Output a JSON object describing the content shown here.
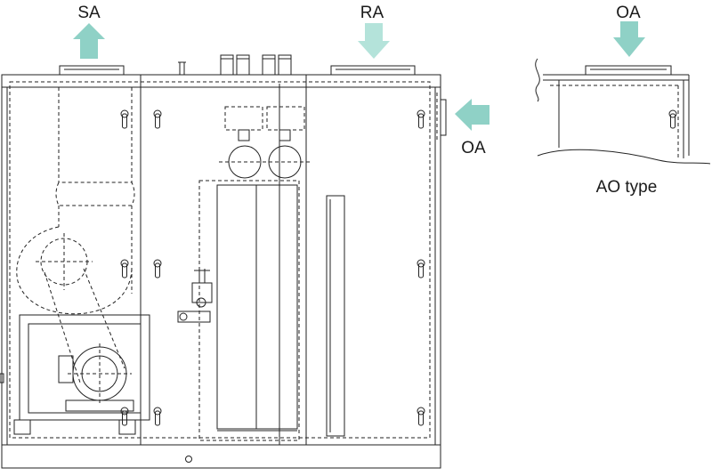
{
  "labels": {
    "supply_air": "SA",
    "return_air": "RA",
    "outdoor_air_side": "OA",
    "outdoor_air_top": "OA",
    "variant_caption": "AO type"
  },
  "colors": {
    "arrow_supply": "#8fd1c6",
    "arrow_return": "#b4e3da",
    "arrow_outdoor": "#8fd1c6",
    "line": "#222222"
  },
  "icons": {
    "supply_arrow": "arrow-up-icon",
    "return_arrow": "arrow-down-icon",
    "outdoor_side_arrow": "arrow-left-icon",
    "outdoor_top_arrow": "arrow-down-icon"
  }
}
